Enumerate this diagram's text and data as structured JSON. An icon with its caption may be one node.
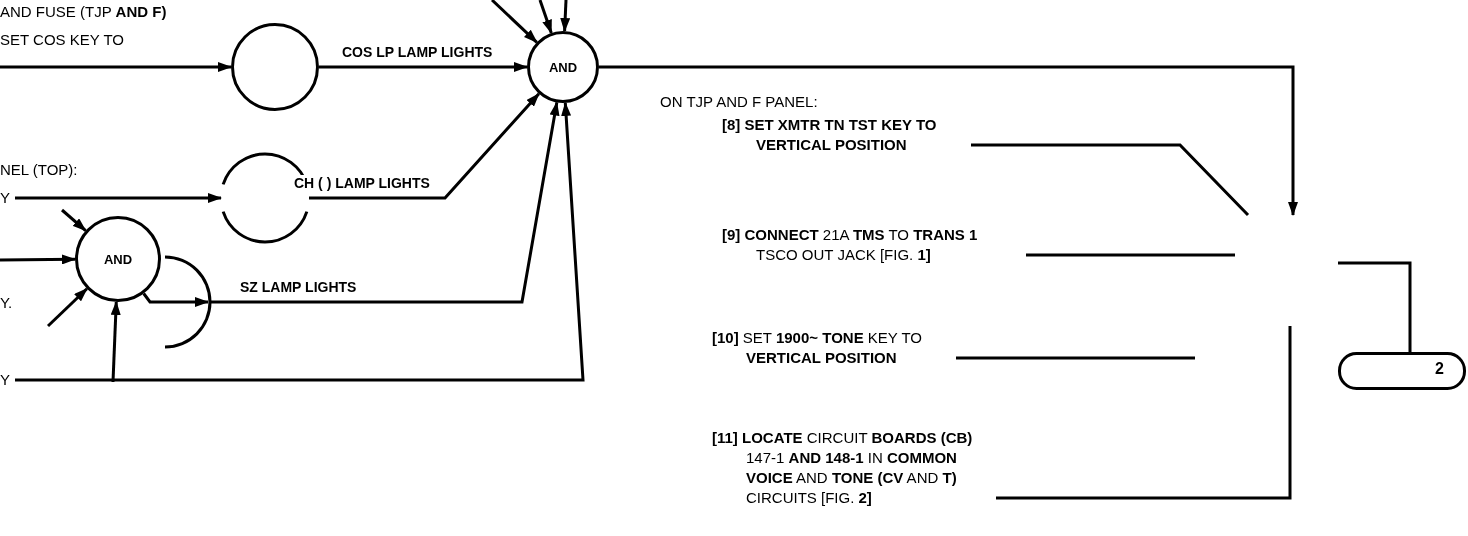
{
  "diagram": {
    "nodes": [
      {
        "text": [
          "AND"
        ]
      },
      {
        "text": [],
        "shape": "circle"
      },
      {
        "text": [],
        "shape": "circle"
      },
      {
        "text": [
          "AND"
        ]
      },
      {
        "text": [],
        "shape": "circle"
      },
      {
        "text": [
          "[8] SET XMTR TN TST KEY TO VERTICAL POSITION"
        ]
      },
      {
        "text": [
          "**[9] CONNECT** 21A **TMS** TO **TRANS 1** TSCO OUT JACK [FIG. **1]**"
        ]
      },
      {
        "text": [
          "**[10]** SET **1900~ TONE** KEY TO **VERTICAL POSITION**"
        ]
      },
      {
        "text": [
          "**[11] LOCATE** CIRCUIT **BOARDS (CB)** 147-1 **AND 148-1** IN **COMMON VOICE** AND **TONE (CV** AND **T)** CIRCUITS [FIG. **2]**"
        ]
      },
      {
        "text": [
          "2"
        ]
      },
      {
        "text": [
          "Y"
        ]
      },
      {
        "text": [
          "Y"
        ]
      }
    ],
    "edges": [
      {
        "from": null,
        "to": 1,
        "arrow": "to"
      },
      {
        "from": 1,
        "to": 0,
        "arrow": "to",
        "label": "COS LP LAMP LIGHTS"
      },
      {
        "from": 10,
        "to": 2,
        "arrow": "to"
      },
      {
        "from": 2,
        "to": 0,
        "arrow": "to",
        "label": "CH ( ) LAMP LIGHTS"
      },
      {
        "from": 3,
        "to": 4,
        "arrow": "to"
      },
      {
        "from": 4,
        "to": 0,
        "arrow": "to",
        "label": "SZ LAMP LIGHTS"
      },
      {
        "from": 11,
        "to": 0,
        "arrow": "to"
      },
      {
        "from": null,
        "to": 0,
        "arrow": "to"
      },
      {
        "from": null,
        "to": 0,
        "arrow": "to"
      },
      {
        "from": null,
        "to": 0,
        "arrow": "to"
      },
      {
        "from": null,
        "to": 3,
        "arrow": "to"
      },
      {
        "from": null,
        "to": 3,
        "arrow": "to"
      },
      {
        "from": null,
        "to": 3,
        "arrow": "to"
      },
      {
        "from": null,
        "to": 3,
        "arrow": "to"
      },
      {
        "from": 0,
        "to": null,
        "arrow": "to"
      },
      {
        "from": 5,
        "to": null,
        "arrow": "none"
      },
      {
        "from": 6,
        "to": null,
        "arrow": "none"
      },
      {
        "from": 7,
        "to": null,
        "arrow": "none"
      },
      {
        "from": 8,
        "to": null,
        "arrow": "none"
      },
      {
        "from": null,
        "to": 9,
        "arrow": "none"
      }
    ],
    "labels": [
      "AND FUSE (TJP **AND F)**",
      "SET COS KEY TO",
      "NEL (TOP):",
      "Y.",
      "ON TJP AND F PANEL:"
    ]
  }
}
